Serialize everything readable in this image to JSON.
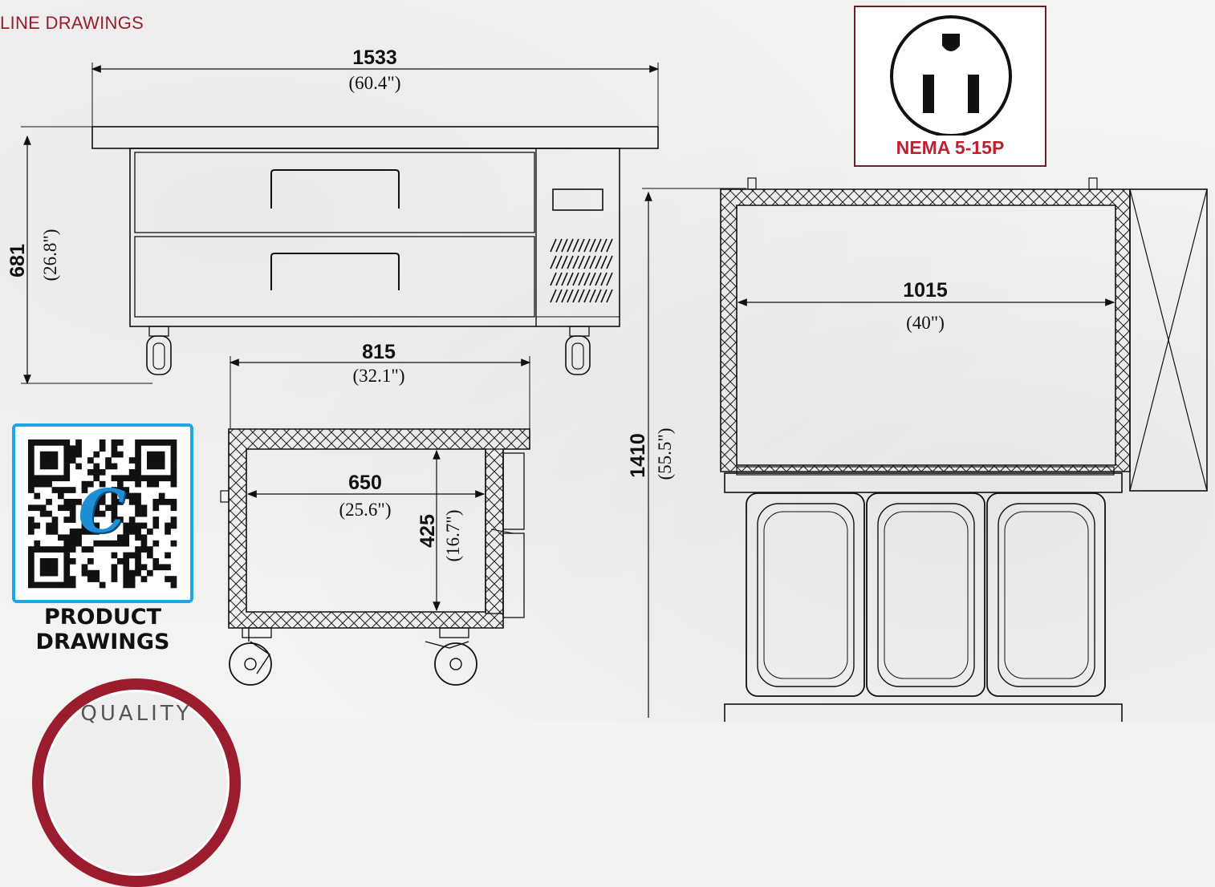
{
  "section_label": "LINE DRAWINGS",
  "dimensions": {
    "overall_width": {
      "mm": "1533",
      "in": "(60.4\")"
    },
    "overall_height": {
      "mm": "681",
      "in": "(26.8\")"
    },
    "side_depth": {
      "mm": "815",
      "in": "(32.1\")"
    },
    "drawer_width": {
      "mm": "650",
      "in": "(25.6\")"
    },
    "drawer_height": {
      "mm": "425",
      "in": "(16.7\")"
    },
    "top_depth": {
      "mm": "1410",
      "in": "(55.5\")"
    },
    "interior_width": {
      "mm": "1015",
      "in": "(40\")"
    }
  },
  "plug": {
    "label": "NEMA 5-15P"
  },
  "qr": {
    "caption_line1": "PRODUCT",
    "caption_line2": "DRAWINGS",
    "logo_letter": "C"
  },
  "seal": {
    "text": "QUALITY"
  },
  "colors": {
    "accent": "#9b1c2e",
    "qr_border": "#1ea7e8",
    "nema_red": "#c0202e"
  }
}
